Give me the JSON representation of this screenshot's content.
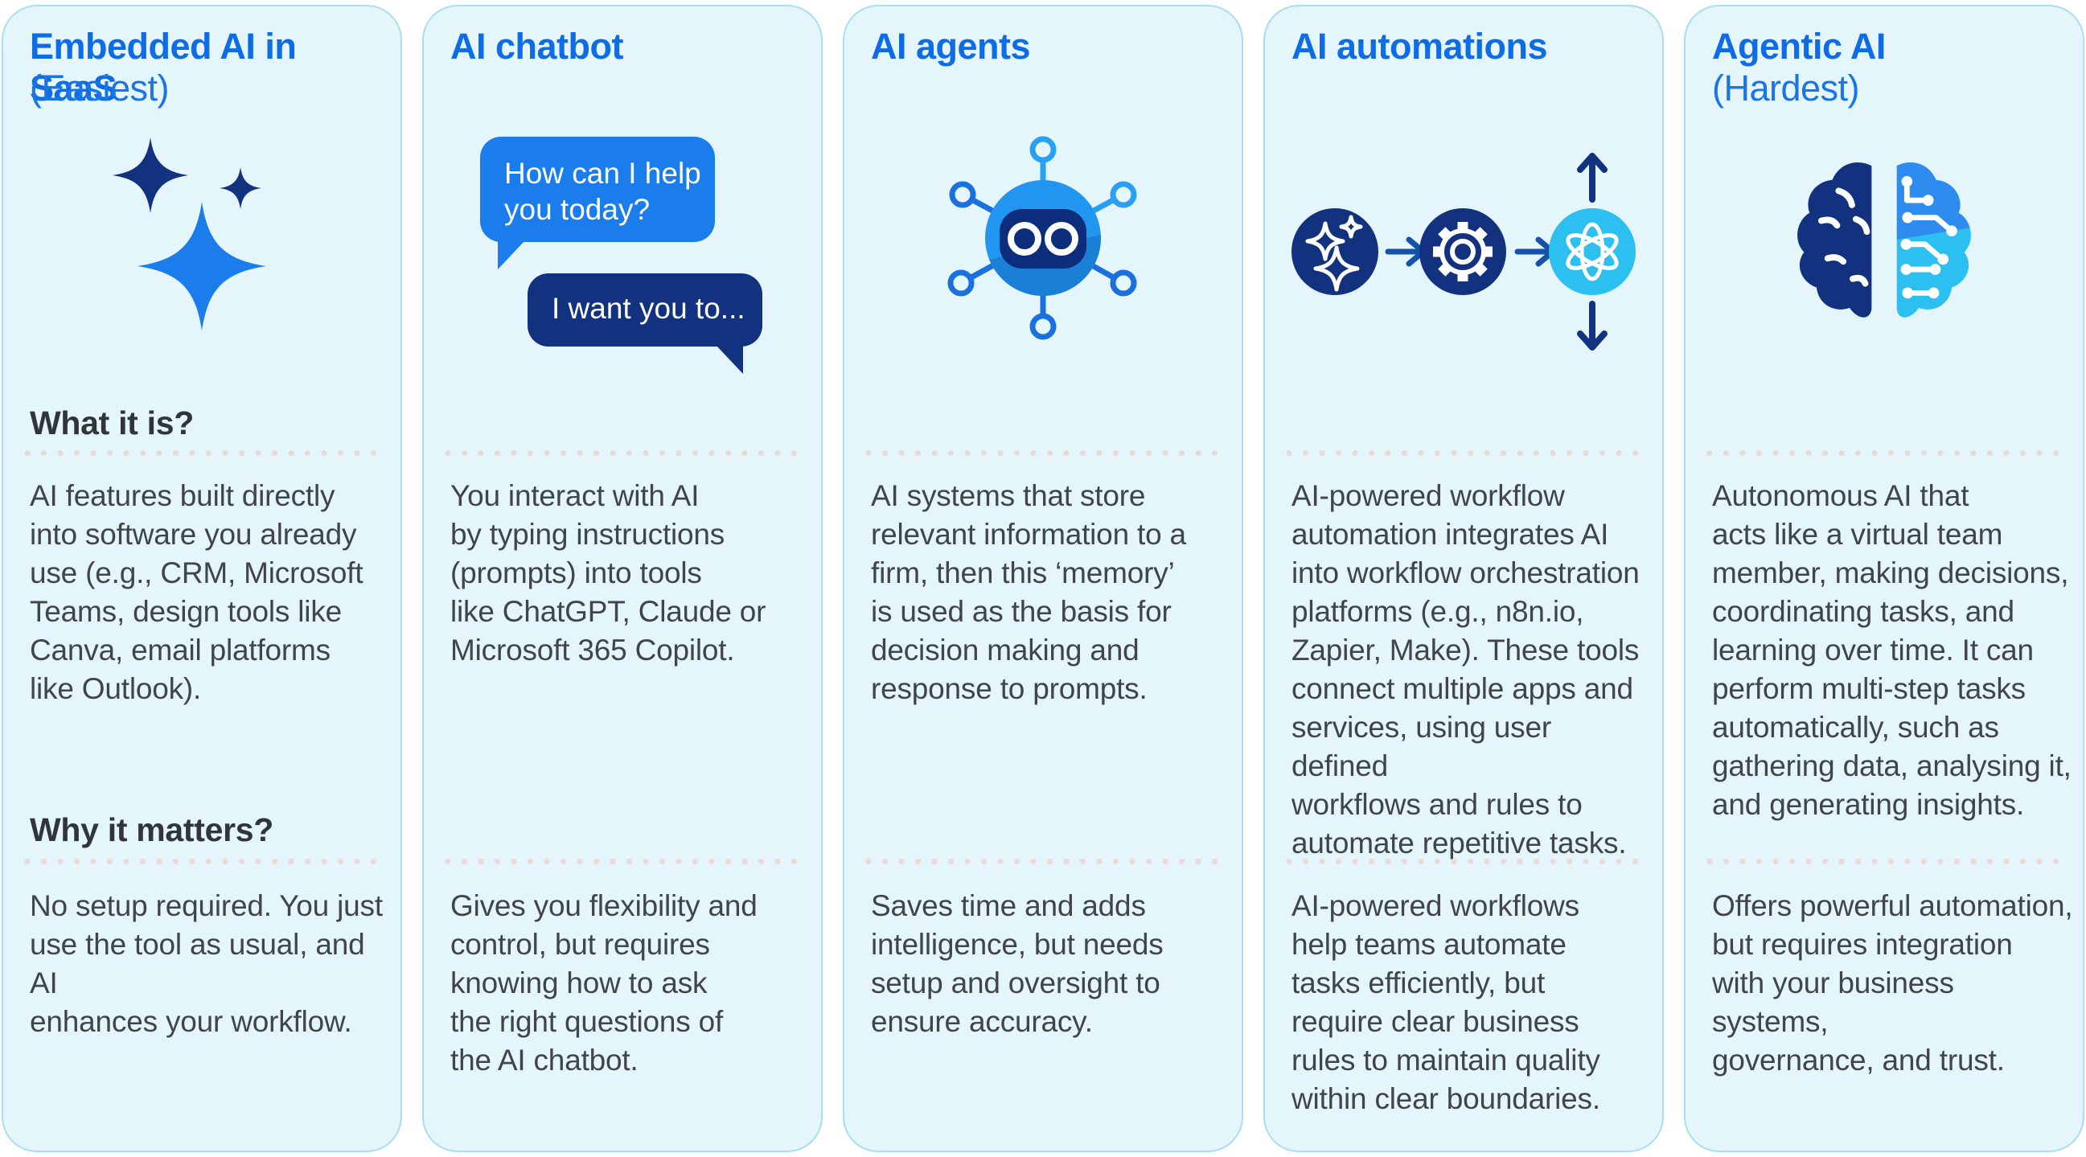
{
  "colors": {
    "card-bg": "#e4f5fb",
    "card-border": "#a9ddf0",
    "title-blue": "#0d6ce6",
    "subtitle-blue": "#1b74e6",
    "heading-text": "#303539",
    "body-text": "#40454a",
    "dot-color": "#e8dad6",
    "navy": "#12317f",
    "bright-blue": "#1b7ceb",
    "robot-blue": "#2196f0",
    "robot-blue-dark": "#1a7fd6",
    "cyan": "#2cc0f0",
    "arrow-blue": "#1553a8",
    "spoke-dark": "#1a70dd",
    "spoke-light": "#2aa0f2",
    "face-navy": "#0c2d7c"
  },
  "section_headers": {
    "what": "What it is?",
    "why": "Why it matters?"
  },
  "cards": [
    {
      "title": "Embedded AI in SaaS",
      "subtitle": "(Easiest)",
      "icon": "sparkles-icon",
      "what": "AI features built directly\ninto software you already\nuse (e.g., CRM, Microsoft\nTeams, design tools like\nCanva, email platforms\nlike Outlook).",
      "why": "No setup required. You just\nuse the tool as usual, and AI\nenhances your workflow."
    },
    {
      "title": "AI chatbot",
      "subtitle": "",
      "icon": "chat-bubbles-icon",
      "bubbles": {
        "bot": "How can I help\nyou today?",
        "user": "I want you to..."
      },
      "what": "You interact with AI\nby typing instructions\n(prompts) into tools\nlike ChatGPT, Claude or\nMicrosoft 365 Copilot.",
      "why": "Gives you flexibility and\ncontrol, but requires\nknowing how to ask\nthe right questions of\nthe AI chatbot."
    },
    {
      "title": "AI agents",
      "subtitle": "",
      "icon": "robot-network-icon",
      "what": "AI systems that store\nrelevant information to a\nfirm, then this ‘memory’\nis used as the basis for\ndecision making and\nresponse to prompts.",
      "why": "Saves time and adds\nintelligence, but needs\nsetup and oversight to\nensure accuracy."
    },
    {
      "title": "AI automations",
      "subtitle": "",
      "icon": "automation-flow-icon",
      "what": "AI-powered workflow\nautomation integrates AI\ninto workflow orchestration\nplatforms (e.g., n8n.io,\nZapier, Make). These tools\nconnect multiple apps and\nservices, using user defined\nworkflows and rules to\nautomate repetitive tasks.",
      "why": "AI-powered workflows\nhelp teams automate\ntasks efficiently, but\nrequire clear business\nrules to maintain quality\nwithin clear boundaries."
    },
    {
      "title": "Agentic AI",
      "subtitle": "(Hardest)",
      "icon": "brain-circuit-icon",
      "what": "Autonomous AI that\nacts like a virtual team\nmember, making decisions,\ncoordinating tasks, and\nlearning over time. It can\nperform multi-step tasks\nautomatically, such as\ngathering data, analysing it,\nand generating insights.",
      "why": "Offers powerful automation,\nbut requires integration\nwith your business systems,\ngovernance, and trust."
    }
  ]
}
